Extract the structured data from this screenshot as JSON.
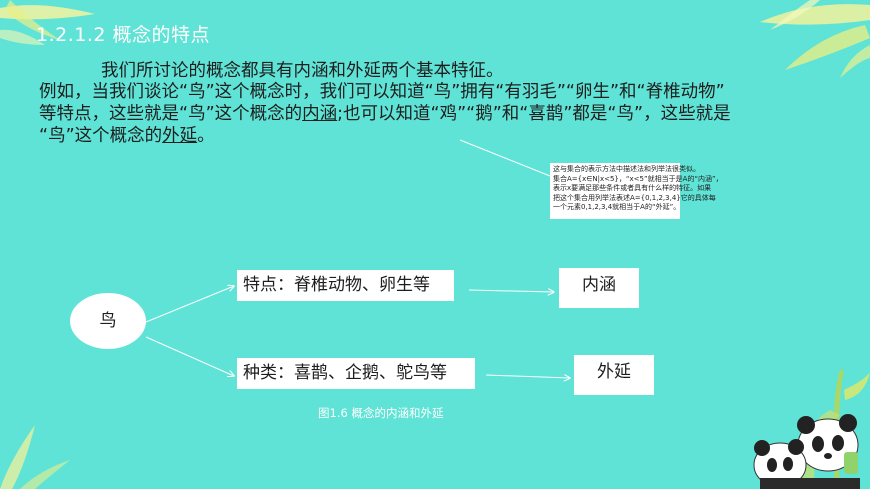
{
  "slide": {
    "title": "1.2.1.2 概念的特点",
    "para1": "我们所讨论的概念都具有内涵和外延两个基本特征。",
    "para2_pre": "例如，当我们谈论“鸟”这个概念时，我们可以知道“鸟”拥有“有羽毛”“卵生”和“脊椎动物”",
    "para3_a": "等特点，这些就是“鸟”这个概念的",
    "para3_u": "内涵",
    "para3_b": ";也可以知道“鸡”“鹅”和“喜鹊”都是“鸟”，这些就是",
    "para4_a": "“鸟”这个概念的",
    "para4_u": "外延",
    "para4_b": "。"
  },
  "note": {
    "lines": [
      "这与集合的表示方法中描述法和列举法很类似。",
      "集合A={x∈N|x<5}，“x<5”就相当于是A的“内涵”，",
      "表示x要满足那些条件或者具有什么样的特征。如果",
      "把这个集合用列举法表述A={0,1,2,3,4}它的具体每",
      "一个元素0,1,2,3,4就相当于A的“外延”。"
    ]
  },
  "diagram": {
    "bird": "鸟",
    "features": "特点：脊椎动物、卵生等",
    "intension": "内涵",
    "kinds": "种类：喜鹊、企鹅、鸵鸟等",
    "extension": "外延",
    "caption": "图1.6  概念的内涵和外延"
  }
}
